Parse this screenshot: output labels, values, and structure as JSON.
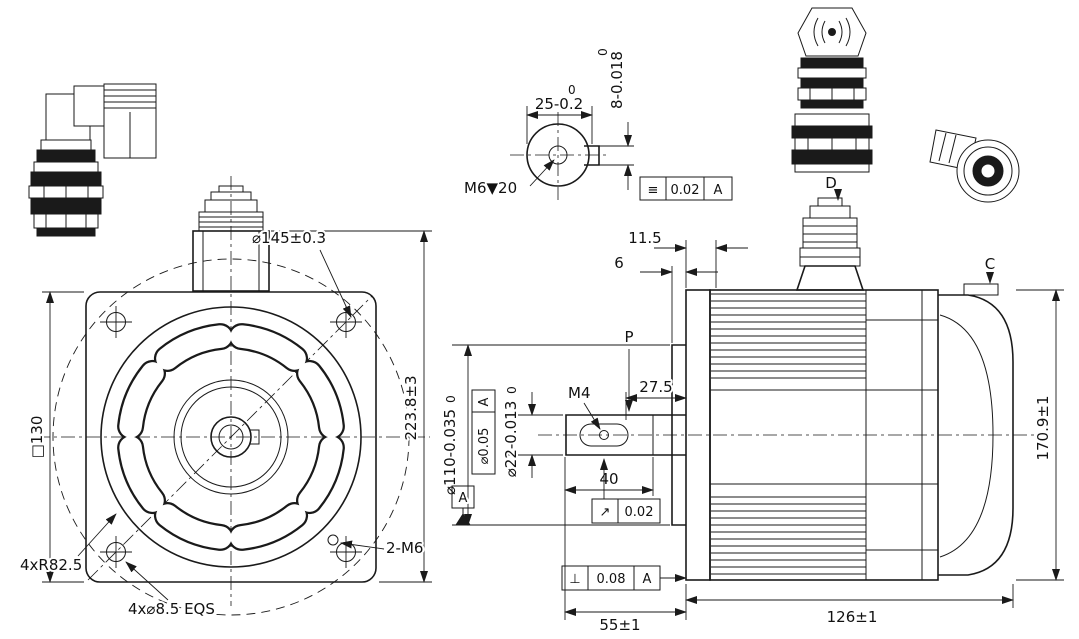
{
  "front_view": {
    "dim_square": "□130",
    "dim_height": "223.8±3",
    "dim_bolt_circle": "⌀145±0.3",
    "label_corner_radius": "4xR82.5",
    "label_holes": "4x⌀8.5  EQS",
    "label_tap_holes": "2-M6"
  },
  "end_view": {
    "dim_width_upper": "0",
    "dim_width": "25-0.2",
    "dim_key_upper": "0",
    "dim_key": "8-0.018",
    "label_tap": "M6▼20",
    "sym_frame": {
      "symbol": "≡",
      "value": "0.02",
      "datum": "A"
    }
  },
  "side_view": {
    "dim_a": "11.5",
    "dim_b": "6",
    "dim_key_pos": "27.5",
    "dim_key_len": "40",
    "dim_shaft_len": "55±1",
    "dim_body_len": "126±1",
    "dim_height": "170.9±1",
    "dim_spigot_upper": "0",
    "dim_spigot": "⌀110-0.035",
    "dim_shaft_upper": "0",
    "dim_shaft": "⌀22-0.013",
    "coax_frame": {
      "value": "⌀0.05",
      "datum": "A"
    },
    "datum_flag": "A",
    "runout_frame": {
      "symbol": "↗",
      "value": "0.02"
    },
    "perp_frame": {
      "symbol": "⊥",
      "value": "0.08",
      "datum": "A"
    },
    "label_shaft_tap": "M4",
    "label_key": "P",
    "label_conn_d": "D",
    "label_conn_c": "C"
  }
}
